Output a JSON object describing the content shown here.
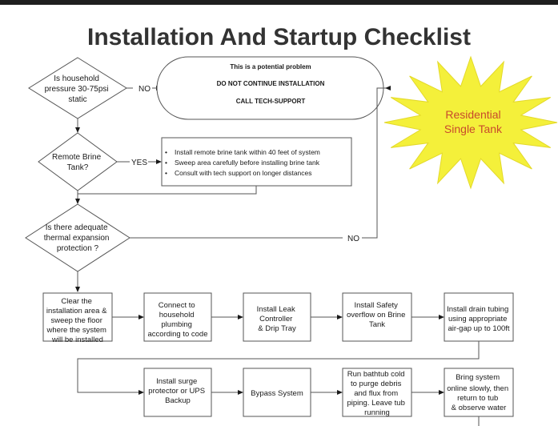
{
  "title": "Installation And Startup Checklist",
  "colors": {
    "burst_fill": "#f4f03a",
    "burst_stroke": "#e3d92a",
    "burst_text": "#c84a2c",
    "lines": "#555555"
  },
  "decisions": {
    "pressure": [
      "Is household",
      "pressure 30-75psi",
      "static"
    ],
    "brine": [
      "Remote Brine",
      "Tank?"
    ],
    "thermal": [
      "Is there adequate",
      "thermal expansion",
      "protection ?"
    ]
  },
  "labels": {
    "no_1": "NO",
    "yes": "YES",
    "no_2": "NO"
  },
  "problem": {
    "line1": "This is a potential problem",
    "line2": "DO NOT CONTINUE INSTALLATION",
    "line3": "CALL TECH-SUPPORT"
  },
  "brine_notes": [
    "Install remote brine tank within 40 feet of system",
    "Sweep area carefully before installing brine tank",
    "Consult with tech support on longer distances"
  ],
  "bullet": "•",
  "burst": [
    "Residential",
    "Single Tank"
  ],
  "steps_row1": [
    [
      "Clear the",
      "installation area &",
      "sweep the floor",
      "where the system",
      "will be installed"
    ],
    [
      "Connect to",
      "household",
      "plumbing",
      "according to code"
    ],
    [
      "Install Leak",
      "Controller",
      "& Drip Tray"
    ],
    [
      "Install Safety",
      "overflow on Brine",
      "Tank"
    ],
    [
      "Install drain tubing",
      "using appropriate",
      "air-gap up to 100ft"
    ]
  ],
  "steps_row2": [
    [
      "Install surge",
      "protector or UPS",
      "Backup"
    ],
    [
      "Bypass System"
    ],
    [
      "Run bathtub cold",
      "to purge debris",
      "and flux from",
      "piping. Leave tub",
      "running"
    ],
    [
      "Bring system",
      "online slowly, then",
      "return to tub",
      "& observe water"
    ]
  ]
}
